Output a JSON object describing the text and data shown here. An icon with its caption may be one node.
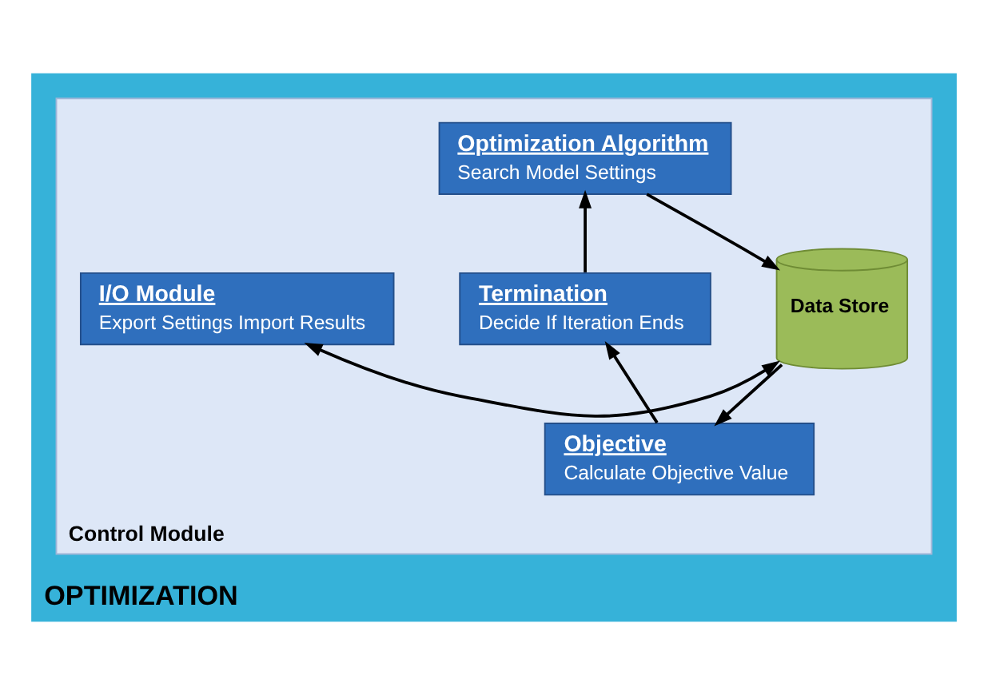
{
  "diagram": {
    "nodes": [
      {
        "text": [
          "OPTIMIZATION"
        ]
      },
      {
        "text": [
          "Control Module"
        ],
        "in": 0
      },
      {
        "text": [
          "Optimization Algorithm",
          "Search Model Settings"
        ],
        "in": 1
      },
      {
        "text": [
          "Termination",
          "Decide If Iteration Ends"
        ],
        "in": 1
      },
      {
        "text": [
          "Objective",
          "Calculate Objective Value"
        ],
        "in": 1
      },
      {
        "text": [
          "Data Store"
        ],
        "in": 1
      },
      {
        "text": [
          "I/O Module",
          "Export Settings Import Results"
        ],
        "in": 1
      }
    ],
    "edges": [
      {
        "from": 2,
        "to": 5,
        "arrow": "to"
      },
      {
        "from": 5,
        "to": 4,
        "arrow": "to"
      },
      {
        "from": 4,
        "to": 3,
        "arrow": "to"
      },
      {
        "from": 3,
        "to": 2,
        "arrow": "to"
      },
      {
        "from": 5,
        "to": 6,
        "arrow": "both"
      }
    ]
  }
}
